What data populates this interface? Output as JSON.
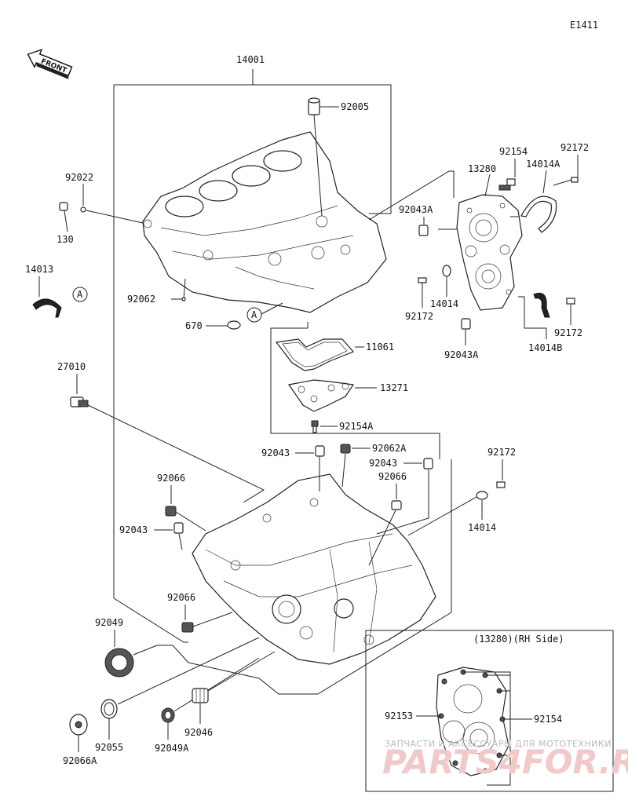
{
  "diagram_id": "E1411",
  "front_label": "FRONT",
  "callout_A": "A",
  "parts": {
    "p14001": "14001",
    "p92005": "92005",
    "p92022": "92022",
    "p130": "130",
    "p14013": "14013",
    "p92062": "92062",
    "p670": "670",
    "p92154_top": "92154",
    "p92172_top": "92172",
    "p13280": "13280",
    "p14014A": "14014A",
    "p92043A_1": "92043A",
    "p92172_mid": "92172",
    "p14014_mid": "14014",
    "p92043A_2": "92043A",
    "p14014B": "14014B",
    "p92172_r": "92172",
    "p11061": "11061",
    "p13271": "13271",
    "p92154A": "92154A",
    "p27010": "27010",
    "p92043_1": "92043",
    "p92062A": "92062A",
    "p92043_2": "92043",
    "p92066_1": "92066",
    "p92066_2": "92066",
    "p92172_low": "92172",
    "p14014_low": "14014",
    "p92043_3": "92043",
    "p92066_3": "92066",
    "p92049": "92049",
    "p92055": "92055",
    "p92049A": "92049A",
    "p92046": "92046",
    "p92066A": "92066A",
    "p92153": "92153",
    "p92154_inset": "92154"
  },
  "inset_title": "(13280)(RH Side)",
  "watermark": {
    "line1": "ЗАПЧАСТИ И АКСЕССУАРЫ ДЛЯ МОТОТЕХНИКИ",
    "line2": "PARTS4FOR.RU"
  }
}
